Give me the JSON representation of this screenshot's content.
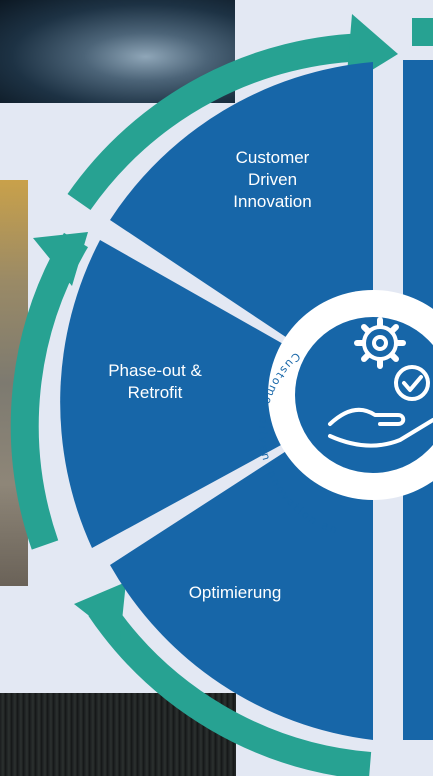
{
  "segments": [
    {
      "id": "customer-driven-innovation",
      "label_lines": [
        "Customer",
        "Driven",
        "Innovation"
      ]
    },
    {
      "id": "phase-out-retrofit",
      "label_lines": [
        "Phase-out &",
        "Retrofit"
      ]
    },
    {
      "id": "optimierung",
      "label_lines": [
        "Optimierung"
      ]
    }
  ],
  "center": {
    "ring_text": "Customer driven innovation an",
    "icon": "gears-in-hand-icon"
  },
  "colors": {
    "background": "#e3e8f3",
    "segment_blue": "#1766a8",
    "arrow_teal": "#27a292",
    "center_ring": "#ffffff",
    "center_disc": "#1766a8"
  }
}
